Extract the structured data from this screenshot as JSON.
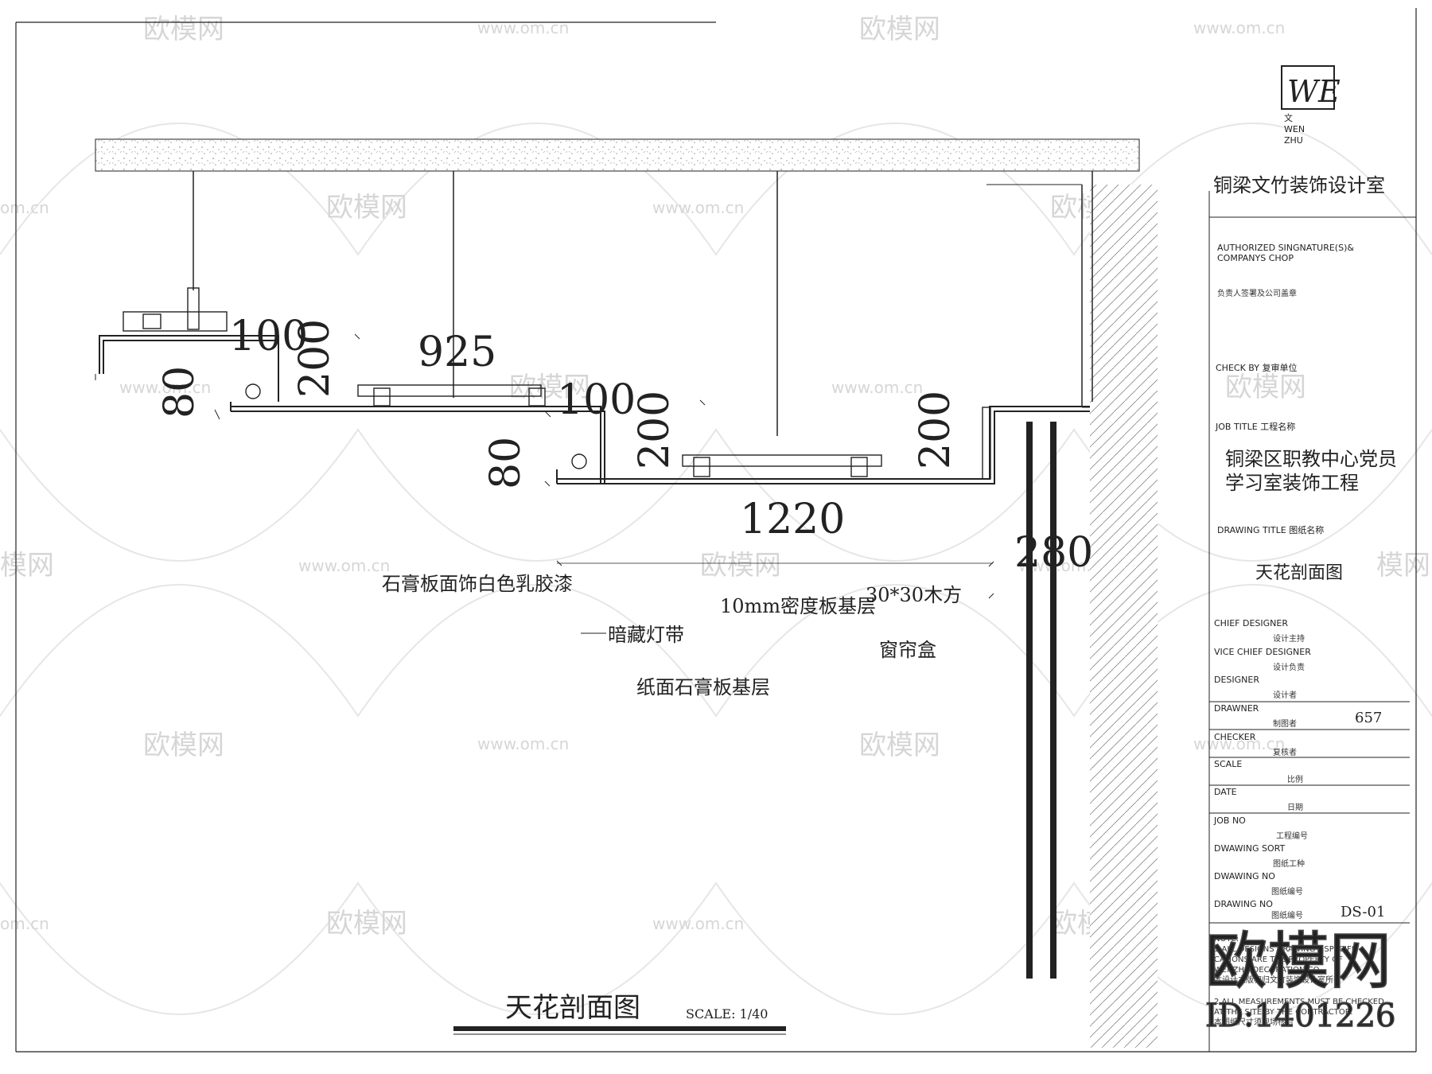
{
  "title_block": {
    "logo_letters": "WE",
    "logo_char": "文",
    "logo_line1": "WEN",
    "logo_line2": "ZHU",
    "company": "铜梁文竹装饰设计室",
    "authorized_en_1": "AUTHORIZED SINGNATURE(S)&",
    "authorized_en_2": "COMPANYS CHOP",
    "authorized_cn": "负责人签署及公司盖章",
    "check_by": "CHECK BY  复审单位",
    "job_title_label": "JOB TITLE  工程名称",
    "job_title_1": "铜梁区职教中心党员",
    "job_title_2": "学习室装饰工程",
    "drawing_title_label": "DRAWING TITLE  图纸名称",
    "drawing_title": "天花剖面图",
    "chief_designer": "CHIEF DESIGNER",
    "chief_designer_cn": "设计主持",
    "vice_chief_designer": "VICE CHIEF DESIGNER",
    "vice_chief_designer_cn": "设计负责",
    "designer": "DESIGNER",
    "designer_cn": "设计者",
    "drawner": "DRAWNER",
    "drawner_cn": "制图者",
    "drawner_value": "657",
    "checker": "CHECKER",
    "checker_cn": "复核者",
    "scale": "SCALE",
    "scale_cn": "比例",
    "date": "DATE",
    "date_cn": "日期",
    "job_no": "JOB NO",
    "job_no_cn": "工程编号",
    "dwawing_sort": "DWAWING SORT",
    "dwawing_sort_cn": "图纸工种",
    "dwawing_no": "DWAWING NO",
    "dwawing_no_cn": "图纸编号",
    "drawing_no": "DRAWING NO",
    "drawing_no_cn": "图纸编号",
    "drawing_no_value": "DS-01",
    "note": "NOTE:",
    "note_1": "1.ALL DESIGNS DRAWING &SPECIFI-",
    "note_2": "CATIONS ARE THE PROPERTY OF",
    "note_3": "WENZHU DECORATION CO.",
    "note_4": "本设计之版权归文竹装饰设计室所有",
    "note_5": "2.ALL MEASUREMENTS MUST BE CHECKED",
    "note_6": "AT THE SITE BY THE CONTRACTOR.",
    "note_7": "本图纸尺寸须现场核对"
  },
  "drawing": {
    "dims": {
      "d100_a": "100",
      "d200_a": "200",
      "d925": "925",
      "d80_a": "80",
      "d100_b": "100",
      "d200_b": "200",
      "d200_c": "200",
      "d80_b": "80",
      "d1220": "1220",
      "d280": "280"
    },
    "labels": {
      "gypsum_paint": "石膏板面饰白色乳胶漆",
      "mdf_base": "10mm密度板基层",
      "wood_batten": "30*30木方",
      "hidden_light": "暗藏灯带",
      "curtain_box": "窗帘盒",
      "gypsum_base": "纸面石膏板基层"
    },
    "title": "天花剖面图",
    "scale": "SCALE: 1/40"
  },
  "watermarks": {
    "brand": "欧模网",
    "url": "www.om.cn",
    "url_partial": "om.cn",
    "brand_partial": "模网",
    "big_brand": "欧模网",
    "id": "ID:1401226"
  },
  "colors": {
    "line": "#222222",
    "hatch": "#9a9a9a",
    "watermark": "#cfcfcf"
  }
}
